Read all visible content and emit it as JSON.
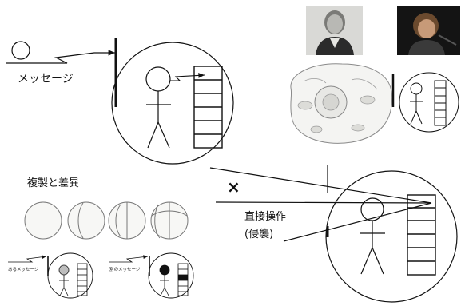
{
  "labels": {
    "message": "メッセージ",
    "replication_title": "複製と差異",
    "msg_a": "あるメッセージ",
    "msg_b": "別のメッセージ",
    "cross_mark": "×",
    "direct_op": "直接操作",
    "invasion": "(侵襲)"
  },
  "icons": {
    "photo_left": "portrait-photo-bearded-man",
    "photo_right": "portrait-photo-speaker-microphone",
    "cell": "cell-illustration",
    "embryo": "cell-division-stages"
  },
  "colors": {
    "ink": "#111111",
    "filled_head_a": "#bdbdbd",
    "filled_head_b": "#111111",
    "filled_cell_b": "#111111",
    "cell_sketch": "#8a8a8a"
  }
}
